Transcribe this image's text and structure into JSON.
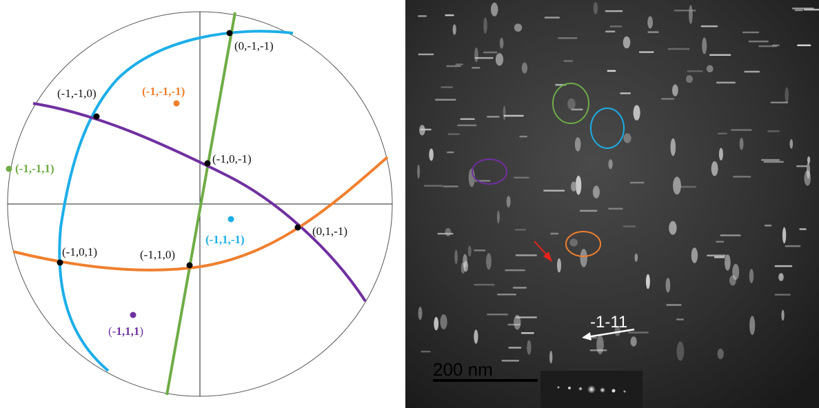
{
  "stereogram": {
    "intersections": [
      {
        "label": "(0,-1,-1)"
      },
      {
        "label": "(-1,-1,0)"
      },
      {
        "label": "(-1,0,-1)"
      },
      {
        "label": "(0,1,-1)"
      },
      {
        "label": "(-1,0,1)"
      },
      {
        "label": "(-1,1,0)"
      }
    ],
    "poles": [
      {
        "label": "(-1,-1,-1)",
        "color": "#f07f2e"
      },
      {
        "label": "(-1,-1,1)",
        "color": "#6fac46"
      },
      {
        "label": "(-1,1,-1)",
        "color": "#1daee8"
      },
      {
        "label_prefix": "(-",
        "label_bold": "1,1,1",
        "label_suffix": ")",
        "color": "#7030a0"
      }
    ],
    "trace_colors": {
      "blue": "#1daee8",
      "green": "#6fac46",
      "purple": "#7030a0",
      "orange": "#f07f2e"
    }
  },
  "micrograph": {
    "scale_bar_label": "200 nm",
    "direction_label": "-1-11",
    "highlight_colors": [
      "#6fac46",
      "#1daee8",
      "#7030a0",
      "#f07f2e"
    ],
    "marker_color": "#e8231b"
  }
}
